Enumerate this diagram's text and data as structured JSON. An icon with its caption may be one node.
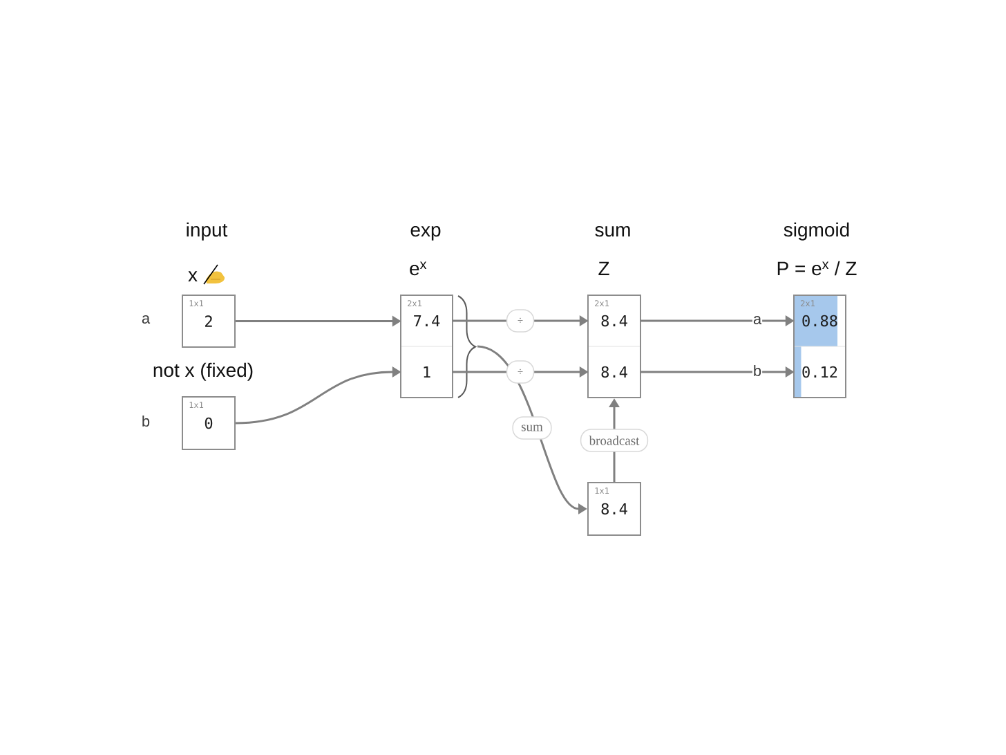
{
  "diagram": {
    "nodes": [
      {
        "text": [
          "1x1",
          "2"
        ],
        "beside": [
          "a",
          "x"
        ]
      },
      {
        "text": [
          "1x1",
          "0"
        ],
        "beside": [
          "b",
          "not x (fixed)"
        ]
      },
      {
        "text": [
          "2x1"
        ]
      },
      {
        "text": [
          "7.4"
        ],
        "in": 2
      },
      {
        "text": [
          "1"
        ],
        "in": 2
      },
      {
        "text": [
          "2x1"
        ]
      },
      {
        "text": [
          "8.4"
        ],
        "in": 5
      },
      {
        "text": [
          "8.4"
        ],
        "in": 5
      },
      {
        "text": [
          "1x1",
          "8.4"
        ]
      },
      {
        "text": [
          "2x1"
        ]
      },
      {
        "text": [
          "0.88"
        ],
        "in": 9
      },
      {
        "text": [
          "0.12"
        ],
        "in": 9
      }
    ],
    "edges": [
      {
        "from": 0,
        "to": 3,
        "arrow": "to"
      },
      {
        "from": 1,
        "to": 4,
        "arrow": "to"
      },
      {
        "from": 3,
        "to": 6,
        "arrow": "to",
        "label": "÷"
      },
      {
        "from": 4,
        "to": 7,
        "arrow": "to",
        "label": "÷"
      },
      {
        "from": 2,
        "to": 8,
        "arrow": "to",
        "label": "sum"
      },
      {
        "from": 8,
        "to": 5,
        "arrow": "to",
        "label": "broadcast"
      },
      {
        "from": 6,
        "to": 10,
        "arrow": "to",
        "label": "a"
      },
      {
        "from": 7,
        "to": 11,
        "arrow": "to",
        "label": "b"
      }
    ],
    "labels": [
      "input",
      "exp",
      "sum",
      "sigmoid",
      "e$^{x}$",
      "Z",
      "P = e$^{x}$ / Z"
    ]
  }
}
